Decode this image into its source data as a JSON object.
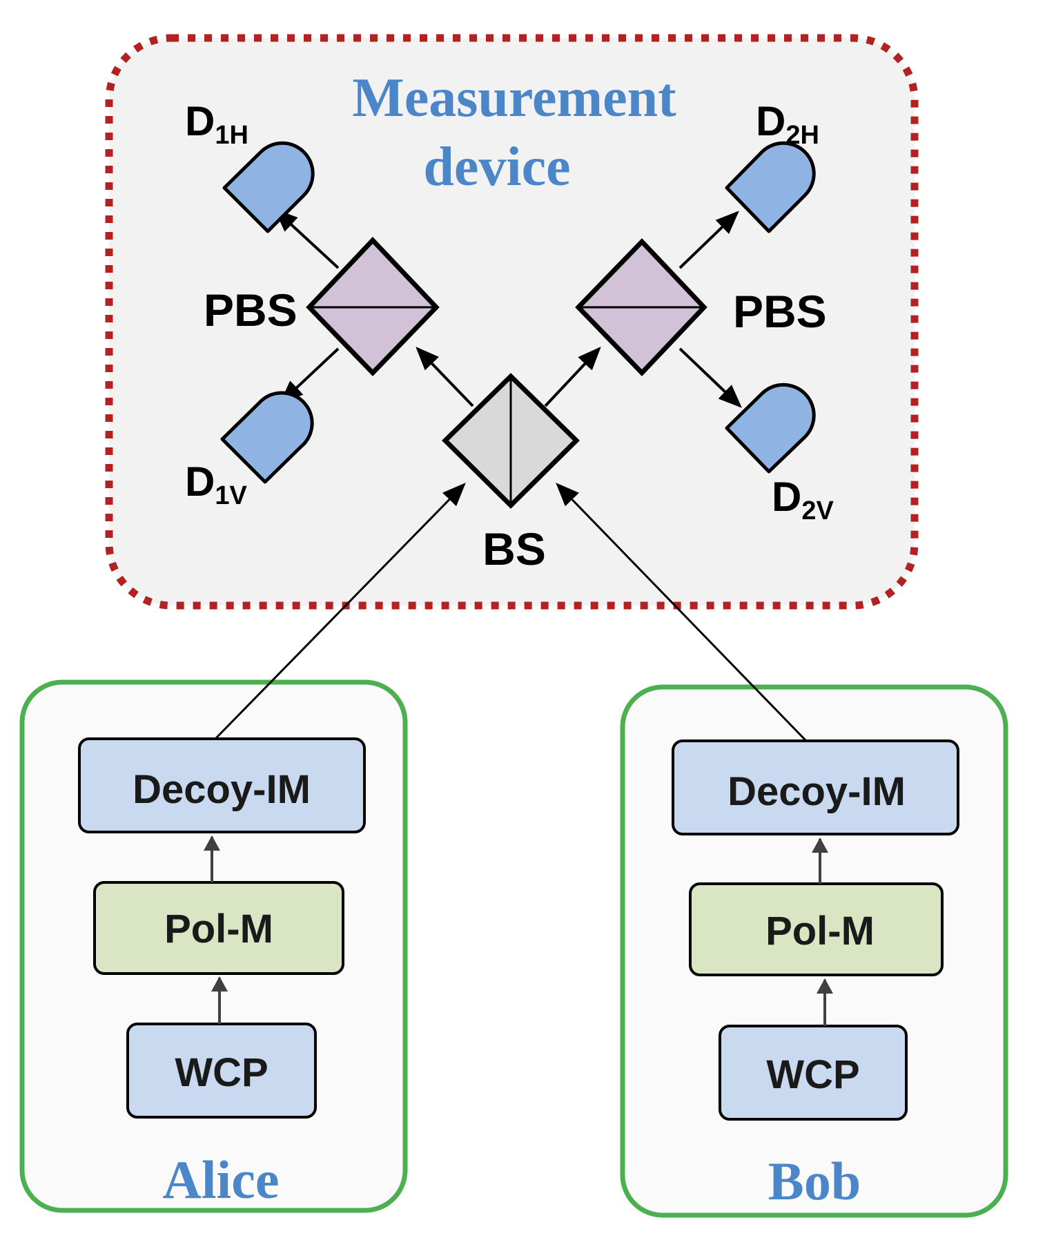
{
  "measurement_device": {
    "title_line1": "Measurement",
    "title_line2": "device",
    "beam_splitter": "BS",
    "pbs_left": "PBS",
    "pbs_right": "PBS",
    "detectors": {
      "d1h": {
        "main": "D",
        "sub": "1H"
      },
      "d1v": {
        "main": "D",
        "sub": "1V"
      },
      "d2h": {
        "main": "D",
        "sub": "2H"
      },
      "d2v": {
        "main": "D",
        "sub": "2V"
      }
    }
  },
  "alice": {
    "name": "Alice",
    "decoy": "Decoy-IM",
    "polm": "Pol-M",
    "wcp": "WCP"
  },
  "bob": {
    "name": "Bob",
    "decoy": "Decoy-IM",
    "polm": "Pol-M",
    "wcp": "WCP"
  },
  "colors": {
    "dotted_border": "#b22222",
    "panel_fill": "#f2f2f2",
    "title_blue": "#4a86c8",
    "detector_fill": "#8fb4e3",
    "pbs_fill": "#d2c2d8",
    "bs_fill": "#d9d9d9",
    "green_border": "#4caf50",
    "box_blue": "#c9d9f0",
    "box_green": "#dae5c3"
  }
}
